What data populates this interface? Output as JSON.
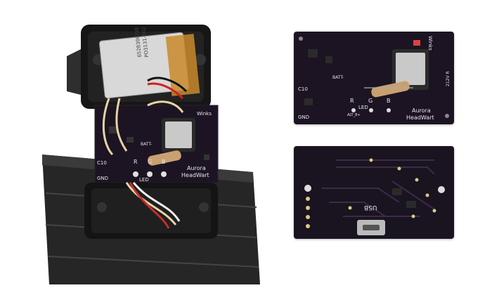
{
  "photo_left": {
    "battery_print_line1": "PO3131-002",
    "battery_print_line2": "652830C/38",
    "board": {
      "brand": "Winks",
      "name_line1": "Aurora",
      "name_line2": "HeadWart",
      "label_r": "R",
      "label_g": "G",
      "label_b": "B",
      "led_label": "LED",
      "gnd_label": "GND",
      "batt_label": "BATT-",
      "c10_label": "C10"
    }
  },
  "photo_top_right": {
    "brand": "Winks",
    "name_line1": "Aurora",
    "name_line2": "HeadWart",
    "label_r": "R",
    "label_g": "G",
    "label_b": "B",
    "led_label": "LED",
    "gnd_label": "GND",
    "batt_label": "BATT-",
    "c10_label": "C10",
    "alt_label": "ALT_B+",
    "side_label": "212V R"
  },
  "photo_bottom_right": {
    "usb_label": "USB"
  },
  "colors": {
    "pcb": "#1c1422",
    "enclosure": "#1a1a1a",
    "strap": "#2a2a2a",
    "wire": "#e9d2a6",
    "module": "#c9c9c9"
  }
}
